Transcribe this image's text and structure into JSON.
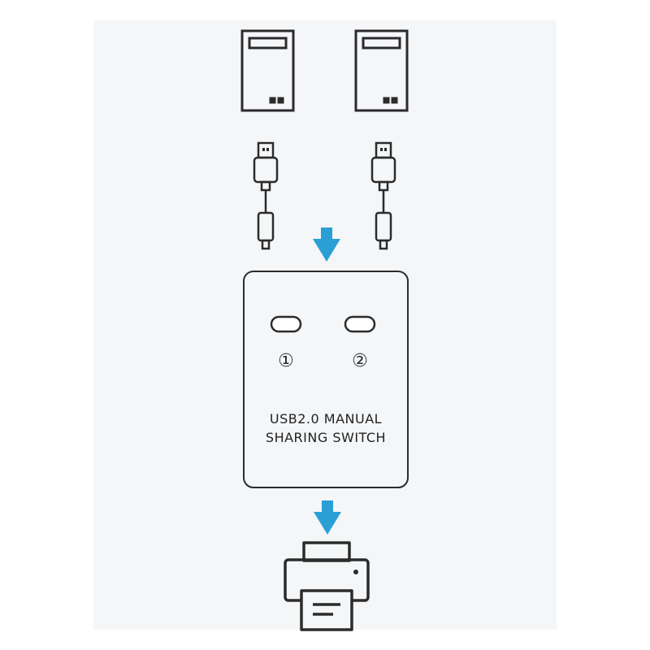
{
  "colors": {
    "panel_bg": "#f4f6f8",
    "stroke": "#2b2b2b",
    "arrow": "#2a9fd6"
  },
  "computers": [
    {
      "icon": "computer-tower-icon"
    },
    {
      "icon": "computer-tower-icon"
    }
  ],
  "cables": [
    {
      "icon": "usb-cable-icon"
    },
    {
      "icon": "usb-cable-icon"
    }
  ],
  "switch_box": {
    "buttons": [
      {
        "label": "①"
      },
      {
        "label": "②"
      }
    ],
    "title_line1": "USB2.0  MANUAL",
    "title_line2": "SHARING  SWITCH"
  },
  "printer": {
    "icon": "printer-icon"
  },
  "arrows": [
    {
      "icon": "arrow-down-icon"
    },
    {
      "icon": "arrow-down-icon"
    }
  ]
}
